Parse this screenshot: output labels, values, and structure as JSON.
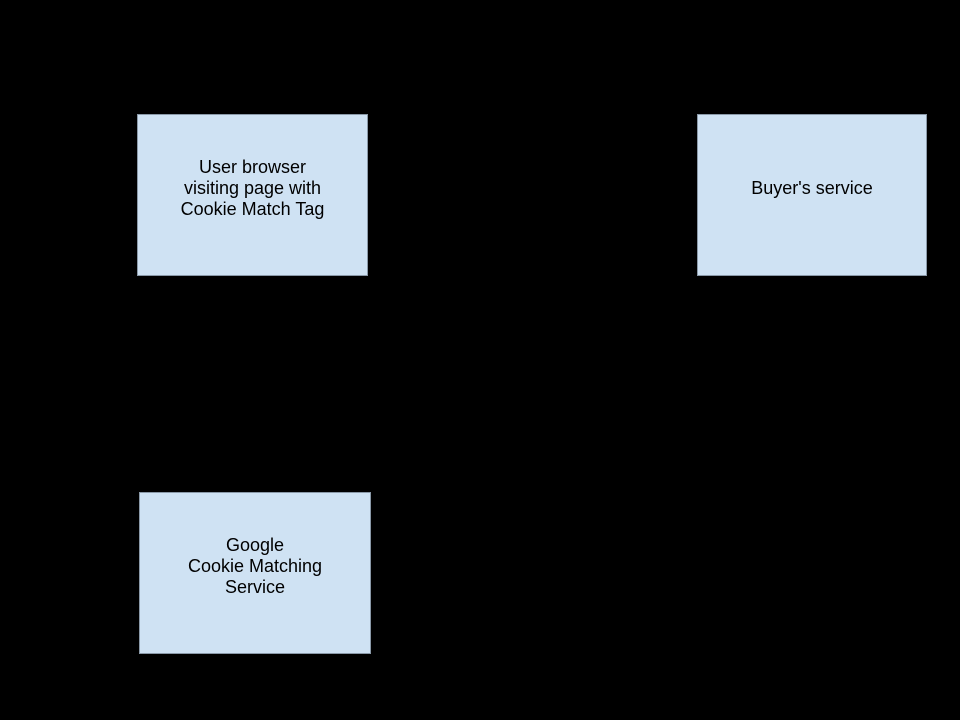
{
  "canvas": {
    "background_color": "#000000"
  },
  "diagram": {
    "style": {
      "node_fill_color": "#cfe2f3",
      "node_border_color": "#8a99a8",
      "node_text_color": "#000000"
    },
    "nodes": [
      {
        "id": "user-browser",
        "label": "User browser\nvisiting page with\nCookie Match Tag"
      },
      {
        "id": "buyers-service",
        "label": "Buyer's service"
      },
      {
        "id": "google-cookie-matching-service",
        "label": "Google\nCookie Matching\nService"
      }
    ]
  }
}
